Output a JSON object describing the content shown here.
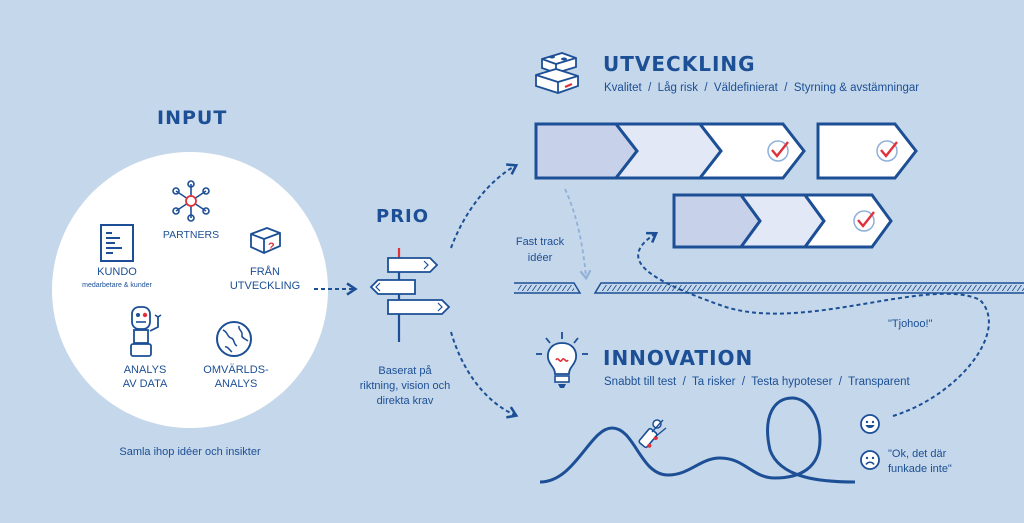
{
  "input": {
    "title": "INPUT",
    "partners": "PARTNERS",
    "kundo": "KUNDO",
    "kundo_sub": "medarbetare & kunder",
    "fran_line1": "FRÅN",
    "fran_line2": "UTVECKLING",
    "analys_line1": "ANALYS",
    "analys_line2": "AV DATA",
    "omvarld_line1": "OMVÄRLDS-",
    "omvarld_line2": "ANALYS",
    "caption": "Samla ihop idéer och insikter"
  },
  "prio": {
    "title": "PRIO",
    "caption_line1": "Baserat på",
    "caption_line2": "riktning, vision och",
    "caption_line3": "direkta krav"
  },
  "utveckling": {
    "title": "UTVECKLING",
    "tags": "Kvalitet  /  Låg risk  /  Väldefinierat  /  Styrning & avstämningar"
  },
  "fasttrack": {
    "line1": "Fast track",
    "line2": "idéer"
  },
  "innovation": {
    "title": "INNOVATION",
    "tags": "Snabbt till test  /  Ta risker  /  Testa hypoteser  /  Transparent",
    "tjohoo": "\"Tjohoo!\"",
    "ok_line1": "\"Ok, det där",
    "ok_line2": "funkade inte\""
  },
  "colors": {
    "background": "#c5d7ea",
    "primary": "#1c4f95",
    "accent": "#e0313a",
    "segment_dark": "#c8d1ea",
    "segment_light": "#e2e8f5"
  },
  "icons": [
    "kundo-icon",
    "partners-icon",
    "fran-utveckling-icon",
    "analys-robot-icon",
    "omvarld-globe-icon",
    "signpost-icon",
    "lego-blocks-icon",
    "lightbulb-icon",
    "rollercoaster-icon",
    "happy-face-icon",
    "sad-face-icon",
    "checkmark-icon"
  ]
}
